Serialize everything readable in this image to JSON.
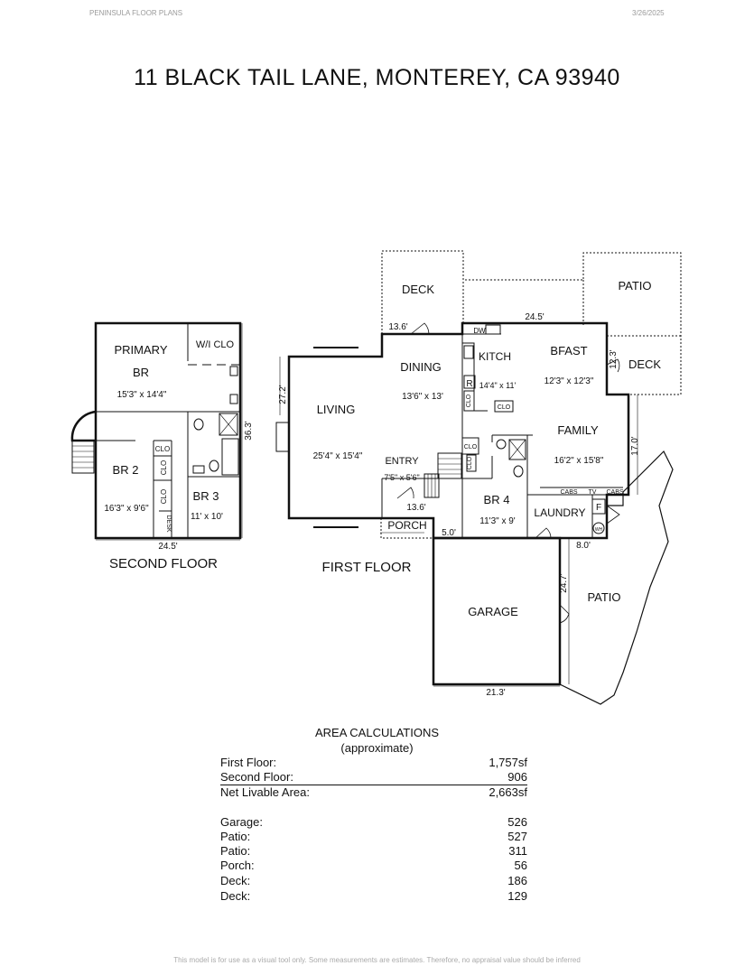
{
  "header": {
    "left": "PENINSULA FLOOR PLANS",
    "right": "3/26/2025"
  },
  "title": "11 BLACK TAIL LANE, MONTEREY, CA  93940",
  "second_floor": {
    "caption": "SECOND FLOOR",
    "rooms": {
      "primary": "PRIMARY",
      "br": "BR",
      "primary_dim": "15'3\" x 14'4\"",
      "wi_clo": "W/I CLO",
      "br2": "BR 2",
      "br2_dim": "16'3\" x 9'6\"",
      "br3": "BR 3",
      "br3_dim": "11' x 10'",
      "clo1": "CLO",
      "clo2": "CLO",
      "clo3": "CLO",
      "desk": "DESK"
    },
    "dims": {
      "width": "24.5'",
      "depth": "36.3'"
    }
  },
  "first_floor": {
    "caption": "FIRST FLOOR",
    "rooms": {
      "deck1": "DECK",
      "patio1": "PATIO",
      "deck2": "DECK",
      "patio2": "PATIO",
      "dining": "DINING",
      "dining_dim": "13'6\" x 13'",
      "kitch": "KITCH",
      "kitch_dim": "14'4\" x 11'",
      "bfast": "BFAST",
      "bfast_dim": "12'3\" x 12'3\"",
      "living": "LIVING",
      "living_dim": "25'4\" x 15'4\"",
      "family": "FAMILY",
      "family_dim": "16'2\" x 15'8\"",
      "entry": "ENTRY",
      "entry_dim": "7'5\" x 5'6\"",
      "br4": "BR 4",
      "br4_dim": "11'3\" x 9'",
      "laundry": "LAUNDRY",
      "porch": "PORCH",
      "garage": "GARAGE",
      "dw": "DW",
      "r": "R",
      "clo_a": "CLO",
      "clo_b": "CLO",
      "clo_c": "CLO",
      "clo_d": "CLO",
      "cabs1": "CABS",
      "tv": "TV",
      "cabs2": "CABS",
      "f": "F",
      "wh": "WH"
    },
    "dims": {
      "deck_w": "13.6'",
      "top_w": "24.5'",
      "bfast_deck": "12.3'",
      "left_h": "27.2'",
      "right_h": "17.0'",
      "porch_w": "13.6'",
      "porch_side": "5.0'",
      "laundry_w": "8.0'",
      "garage_h": "24.7'",
      "garage_w": "21.3'"
    }
  },
  "area_calculations": {
    "title": "AREA CALCULATIONS",
    "subtitle": "(approximate)",
    "rows": [
      {
        "label": "First  Floor:",
        "value": "1,757sf"
      },
      {
        "label": "Second Floor:",
        "value": "906"
      },
      {
        "label": "Net Livable Area:",
        "value": "2,663sf"
      }
    ],
    "other": [
      {
        "label": "Garage:",
        "value": "526"
      },
      {
        "label": "Patio:",
        "value": "527"
      },
      {
        "label": "Patio:",
        "value": "311"
      },
      {
        "label": "Porch:",
        "value": "56"
      },
      {
        "label": "Deck:",
        "value": "186"
      },
      {
        "label": "Deck:",
        "value": "129"
      }
    ]
  },
  "footer": "This model is for use as a visual tool only. Some measurements are estimates. Therefore, no appraisal value should be inferred"
}
